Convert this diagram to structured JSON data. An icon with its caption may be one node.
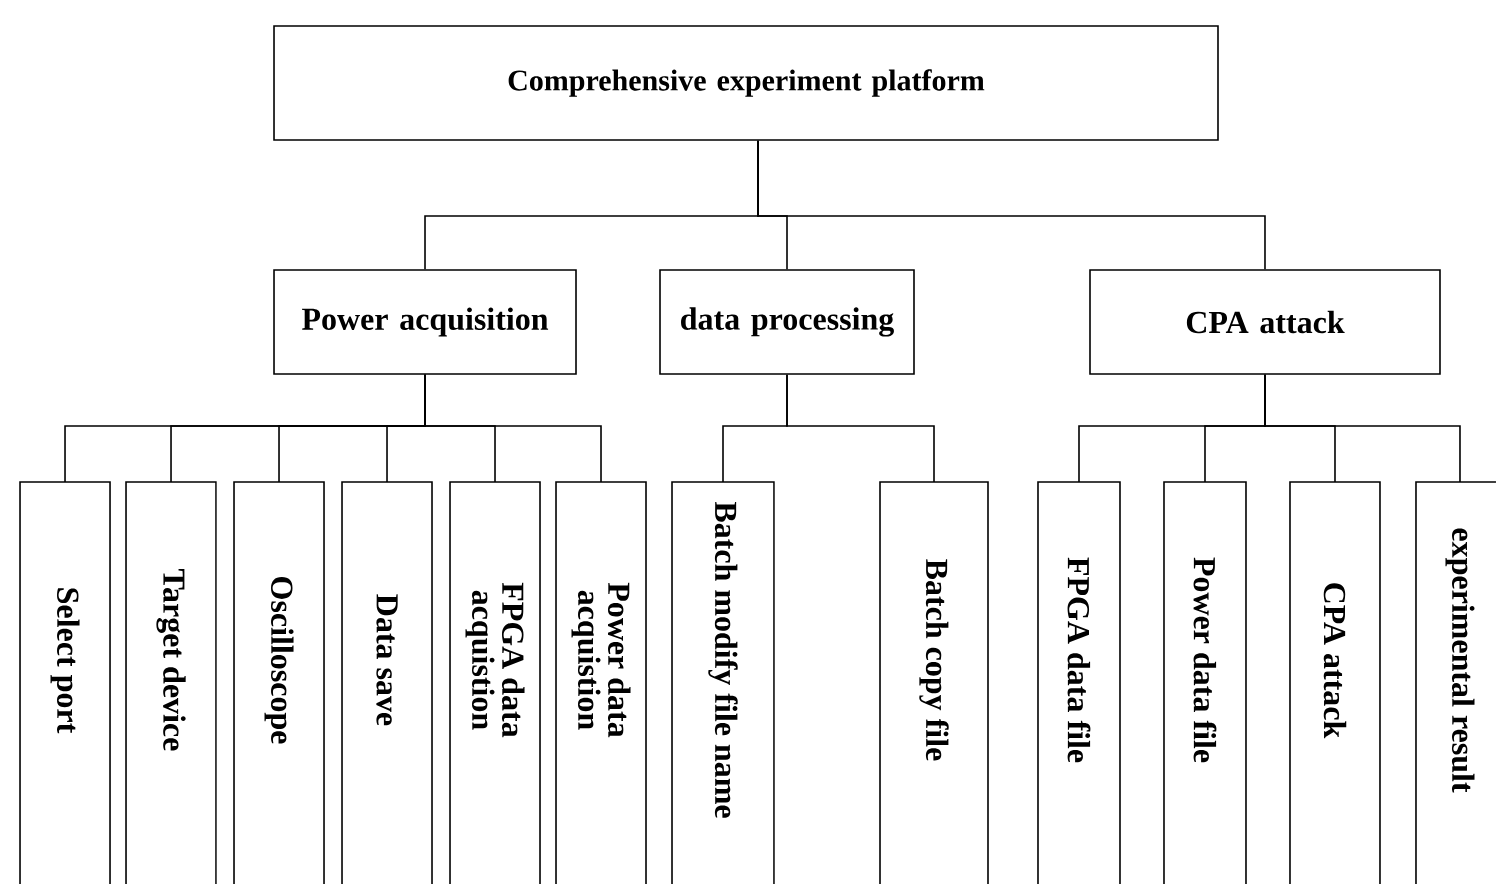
{
  "diagram": {
    "nodes": [
      {
        "text": [
          "Comprehensive experiment platform"
        ]
      },
      {
        "text": [
          "Power acquisition"
        ]
      },
      {
        "text": [
          "data processing"
        ]
      },
      {
        "text": [
          "CPA attack"
        ]
      },
      {
        "text": [
          "Select port"
        ]
      },
      {
        "text": [
          "Target device"
        ]
      },
      {
        "text": [
          "Oscilloscope"
        ]
      },
      {
        "text": [
          "Data save"
        ]
      },
      {
        "text": [
          "FPGA data acquistion"
        ]
      },
      {
        "text": [
          "Power data acquistion"
        ]
      },
      {
        "text": [
          "Batch modify file name"
        ]
      },
      {
        "text": [
          "Batch copy file"
        ]
      },
      {
        "text": [
          "FPGA data file"
        ]
      },
      {
        "text": [
          "Power data file"
        ]
      },
      {
        "text": [
          "CPA attack"
        ]
      },
      {
        "text": [
          "experimental result"
        ]
      }
    ],
    "edges": [
      {
        "from": 0,
        "to": 1,
        "arrow": "none"
      },
      {
        "from": 0,
        "to": 2,
        "arrow": "none"
      },
      {
        "from": 0,
        "to": 3,
        "arrow": "none"
      },
      {
        "from": 1,
        "to": 4,
        "arrow": "none"
      },
      {
        "from": 1,
        "to": 5,
        "arrow": "none"
      },
      {
        "from": 1,
        "to": 6,
        "arrow": "none"
      },
      {
        "from": 1,
        "to": 7,
        "arrow": "none"
      },
      {
        "from": 1,
        "to": 8,
        "arrow": "none"
      },
      {
        "from": 1,
        "to": 9,
        "arrow": "none"
      },
      {
        "from": 2,
        "to": 10,
        "arrow": "none"
      },
      {
        "from": 2,
        "to": 11,
        "arrow": "none"
      },
      {
        "from": 3,
        "to": 12,
        "arrow": "none"
      },
      {
        "from": 3,
        "to": 13,
        "arrow": "none"
      },
      {
        "from": 3,
        "to": 14,
        "arrow": "none"
      },
      {
        "from": 3,
        "to": 15,
        "arrow": "none"
      }
    ]
  }
}
